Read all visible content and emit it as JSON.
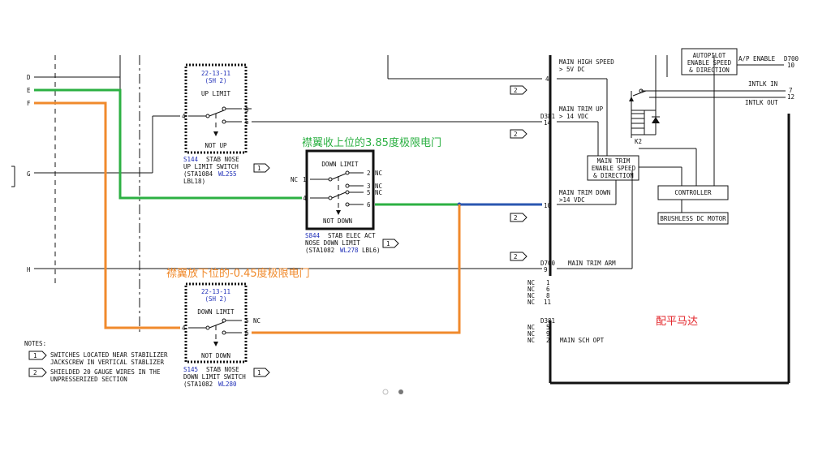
{
  "colors": {
    "green": "#2cb043",
    "orange": "#f08a2c",
    "blue_text": "#1f2fb8"
  },
  "left_signals": {
    "d": "D",
    "e": "E",
    "f": "F",
    "g": "G",
    "h": "H"
  },
  "switch_s144": {
    "ref": "22-13-11",
    "sheet": "(SH 2)",
    "state_top": "UP LIMIT",
    "state_bottom": "NOT UP",
    "pin_common": "4",
    "pin_a": "5",
    "pin_b": "6",
    "id": "S144",
    "name_line1": "STAB NOSE",
    "name_line2": "UP LIMIT SWITCH",
    "sta": "(STA1084",
    "wl": "WL255",
    "lbl": "LBL18)",
    "note": "1"
  },
  "switch_s844": {
    "state_top": "DOWN LIMIT",
    "state_bottom": "NOT DOWN",
    "nc_label": "NC",
    "pin1": "1",
    "pin4": "4",
    "pin2": "2",
    "nc2": "NC",
    "pin3": "3",
    "nc3": "NC",
    "pin5": "5",
    "nc5": "NC",
    "pin6": "6",
    "id": "S844",
    "name_line1": "STAB ELEC ACT",
    "name_line2": "NOSE DOWN LIMIT",
    "sta": "(STA1082",
    "wl": "WL278",
    "lbl": "LBL6)",
    "note": "1"
  },
  "switch_s145": {
    "ref": "22-13-11",
    "sheet": "(SH 2)",
    "state_top": "DOWN LIMIT",
    "state_bottom": "NOT DOWN",
    "pin_common": "4",
    "pin_a": "5",
    "pin_a_nc": "NC",
    "pin_b": "6",
    "id": "S145",
    "name_line1": "STAB NOSE",
    "name_line2": "DOWN LIMIT SWITCH",
    "sta": "(STA1082",
    "wl": "WL280",
    "note": "1"
  },
  "annotations": {
    "up_limit_cn": "襟翼收上位的3.85度极限电门",
    "down_limit_cn": "襟翼放下位的-0.45度极限电门",
    "trim_motor_cn": "配平马达"
  },
  "notes": {
    "title": "NOTES:",
    "items": [
      {
        "num": "1",
        "line1": "SWITCHES LOCATED NEAR STABILIZER",
        "line2": "JACKSCREW IN VERTICAL STABLIZER"
      },
      {
        "num": "2",
        "line1": "SHIELDED 20 GAUGE WIRES IN THE",
        "line2": "UNPRESSERIZED SECTION"
      }
    ]
  },
  "connector": {
    "pin4": "4",
    "d381": "D381",
    "pin14": "14",
    "pin10": "10",
    "d700": "D700",
    "pin9": "9",
    "main_high_speed_1": "MAIN HIGH SPEED",
    "main_high_speed_2": "> 5V DC",
    "main_trim_up_1": "MAIN TRIM UP",
    "main_trim_up_2": "> 14 VDC",
    "main_trim_down_1": "MAIN TRIM DOWN",
    "main_trim_down_2": ">14 VDC",
    "main_trim_arm": "MAIN TRIM ARM",
    "shield_note": "2",
    "nc_list": [
      {
        "nc": "NC",
        "pin": "1"
      },
      {
        "nc": "NC",
        "pin": "6"
      },
      {
        "nc": "NC",
        "pin": "8"
      },
      {
        "nc": "NC",
        "pin": "11"
      }
    ],
    "d381_lower": "D381",
    "nc_list2": [
      {
        "nc": "NC",
        "pin": "5"
      },
      {
        "nc": "NC",
        "pin": "9"
      },
      {
        "nc": "NC",
        "pin": "2"
      }
    ],
    "main_sch_opt": "MAIN SCH OPT"
  },
  "controller_block": {
    "autopilot_1": "AUTOPILOT",
    "autopilot_2": "ENABLE SPEED",
    "autopilot_3": "& DIRECTION",
    "ap_enable": "A/P ENABLE",
    "d700": "D700",
    "pin10": "10",
    "intlk_in": "INTLK IN",
    "pin7": "7",
    "intlk_out": "INTLK OUT",
    "pin12": "12",
    "relay": "K2",
    "main_trim_1": "MAIN TRIM",
    "main_trim_2": "ENABLE SPEED",
    "main_trim_3": "& DIRECTION",
    "controller": "CONTROLLER",
    "motor": "BRUSHLESS DC MOTOR"
  }
}
